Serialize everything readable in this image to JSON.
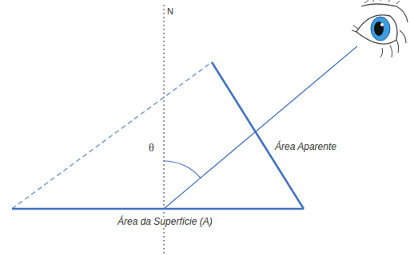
{
  "diagram": {
    "labels": [
      "N",
      "θ",
      "Área Aparente",
      "Área da Superfície (A)"
    ]
  }
}
